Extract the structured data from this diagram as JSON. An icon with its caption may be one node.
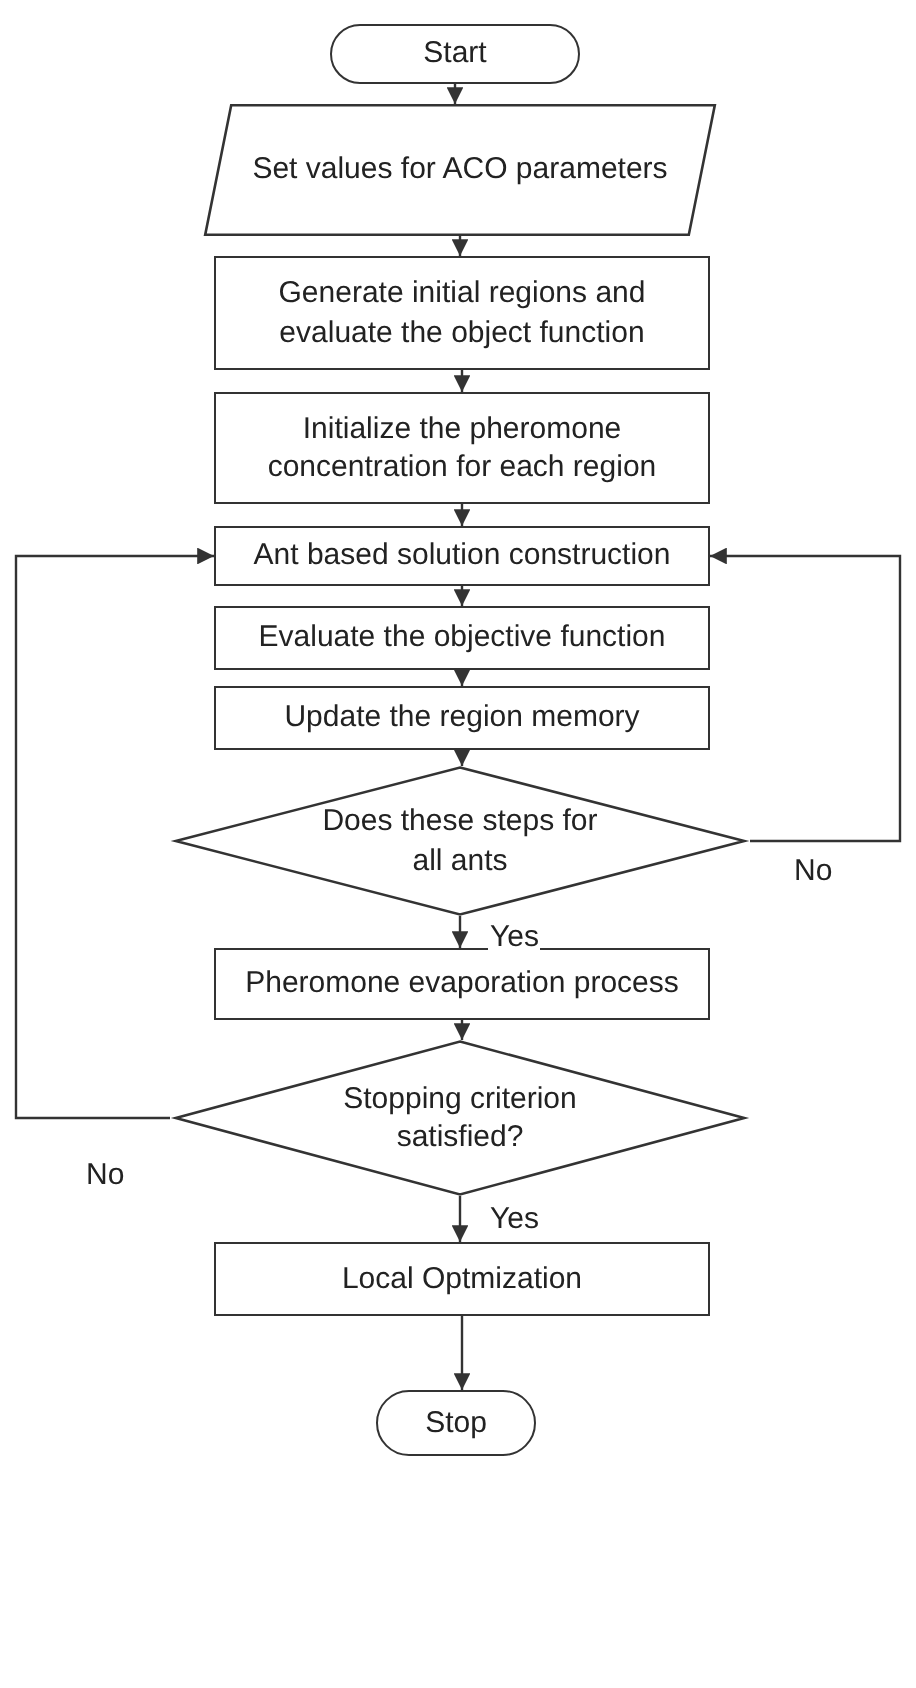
{
  "diagram": {
    "nodes": [
      {
        "text": [
          "Start"
        ]
      },
      {
        "text": [
          "Set values for ACO parameters"
        ]
      },
      {
        "text": [
          "Generate initial regions and evaluate the object function"
        ]
      },
      {
        "text": [
          "Initialize the pheromone concentration for each region"
        ]
      },
      {
        "text": [
          "Ant based solution construction"
        ]
      },
      {
        "text": [
          "Evaluate the objective function"
        ]
      },
      {
        "text": [
          "Update the region memory"
        ]
      },
      {
        "text": [
          "Does these steps for all ants"
        ]
      },
      {
        "text": [
          "Pheromone evaporation process"
        ]
      },
      {
        "text": [
          "Stopping criterion satisfied?"
        ]
      },
      {
        "text": [
          "Local Optmization"
        ]
      },
      {
        "text": [
          "Stop"
        ]
      }
    ],
    "edges": [
      {
        "from": 0,
        "to": 1,
        "arrow": "to"
      },
      {
        "from": 1,
        "to": 2,
        "arrow": "to"
      },
      {
        "from": 2,
        "to": 3,
        "arrow": "to"
      },
      {
        "from": 3,
        "to": 4,
        "arrow": "to"
      },
      {
        "from": 4,
        "to": 5,
        "arrow": "to"
      },
      {
        "from": 5,
        "to": 6,
        "arrow": "to"
      },
      {
        "from": 6,
        "to": 7,
        "arrow": "to"
      },
      {
        "from": 7,
        "to": 8,
        "arrow": "to",
        "label": "Yes"
      },
      {
        "from": 7,
        "to": 4,
        "arrow": "to",
        "label": "No"
      },
      {
        "from": 8,
        "to": 9,
        "arrow": "to"
      },
      {
        "from": 9,
        "to": 10,
        "arrow": "to",
        "label": "Yes"
      },
      {
        "from": 9,
        "to": 4,
        "arrow": "to",
        "label": "No"
      },
      {
        "from": 10,
        "to": 11,
        "arrow": "to"
      }
    ]
  }
}
